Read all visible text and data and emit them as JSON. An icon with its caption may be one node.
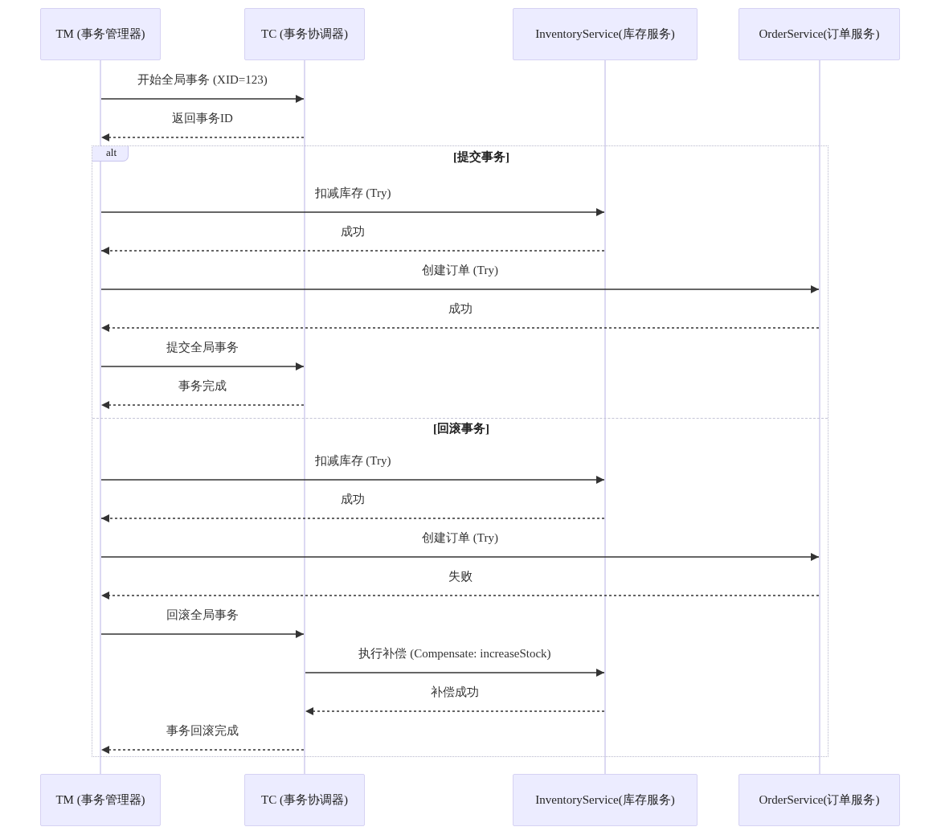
{
  "diagram": {
    "nodes": [
      {
        "text": [
          "TM (事务管理器)"
        ]
      },
      {
        "text": [
          "TC (事务协调器)"
        ]
      },
      {
        "text": [
          "InventoryService(库存服务)"
        ]
      },
      {
        "text": [
          "OrderService(订单服务)"
        ]
      },
      {
        "text": [
          "TM (事务管理器)"
        ]
      },
      {
        "text": [
          "TC (事务协调器)"
        ]
      },
      {
        "text": [
          "InventoryService(库存服务)"
        ]
      },
      {
        "text": [
          "OrderService(订单服务)"
        ]
      },
      {
        "text": [],
        "shape": "bar"
      },
      {
        "text": [],
        "shape": "bar"
      },
      {
        "text": [],
        "shape": "bar"
      },
      {
        "text": [],
        "shape": "bar"
      }
    ],
    "labels": [
      "alt",
      "[提交事务]",
      "[回滚事务]"
    ],
    "edges": [
      {
        "from": 8,
        "to": 9,
        "arrow": "to",
        "label": "开始全局事务 (XID=123)"
      },
      {
        "from": 9,
        "to": 8,
        "arrow": "to",
        "label": "返回事务ID",
        "style": "dashed"
      },
      {
        "from": 8,
        "to": 10,
        "arrow": "to",
        "label": "扣减库存 (Try)"
      },
      {
        "from": 10,
        "to": 8,
        "arrow": "to",
        "label": "成功",
        "style": "dashed"
      },
      {
        "from": 8,
        "to": 11,
        "arrow": "to",
        "label": "创建订单 (Try)"
      },
      {
        "from": 11,
        "to": 8,
        "arrow": "to",
        "label": "成功",
        "style": "dashed"
      },
      {
        "from": 8,
        "to": 9,
        "arrow": "to",
        "label": "提交全局事务"
      },
      {
        "from": 9,
        "to": 8,
        "arrow": "to",
        "label": "事务完成",
        "style": "dashed"
      },
      {
        "from": 8,
        "to": 10,
        "arrow": "to",
        "label": "扣减库存 (Try)"
      },
      {
        "from": 10,
        "to": 8,
        "arrow": "to",
        "label": "成功",
        "style": "dashed"
      },
      {
        "from": 8,
        "to": 11,
        "arrow": "to",
        "label": "创建订单 (Try)"
      },
      {
        "from": 11,
        "to": 8,
        "arrow": "to",
        "label": "失败",
        "style": "dashed"
      },
      {
        "from": 8,
        "to": 9,
        "arrow": "to",
        "label": "回滚全局事务"
      },
      {
        "from": 9,
        "to": 10,
        "arrow": "to",
        "label": "执行补偿 (Compensate: increaseStock)"
      },
      {
        "from": 10,
        "to": 9,
        "arrow": "to",
        "label": "补偿成功",
        "style": "dashed"
      },
      {
        "from": 9,
        "to": 8,
        "arrow": "to",
        "label": "事务回滚完成",
        "style": "dashed"
      }
    ]
  }
}
